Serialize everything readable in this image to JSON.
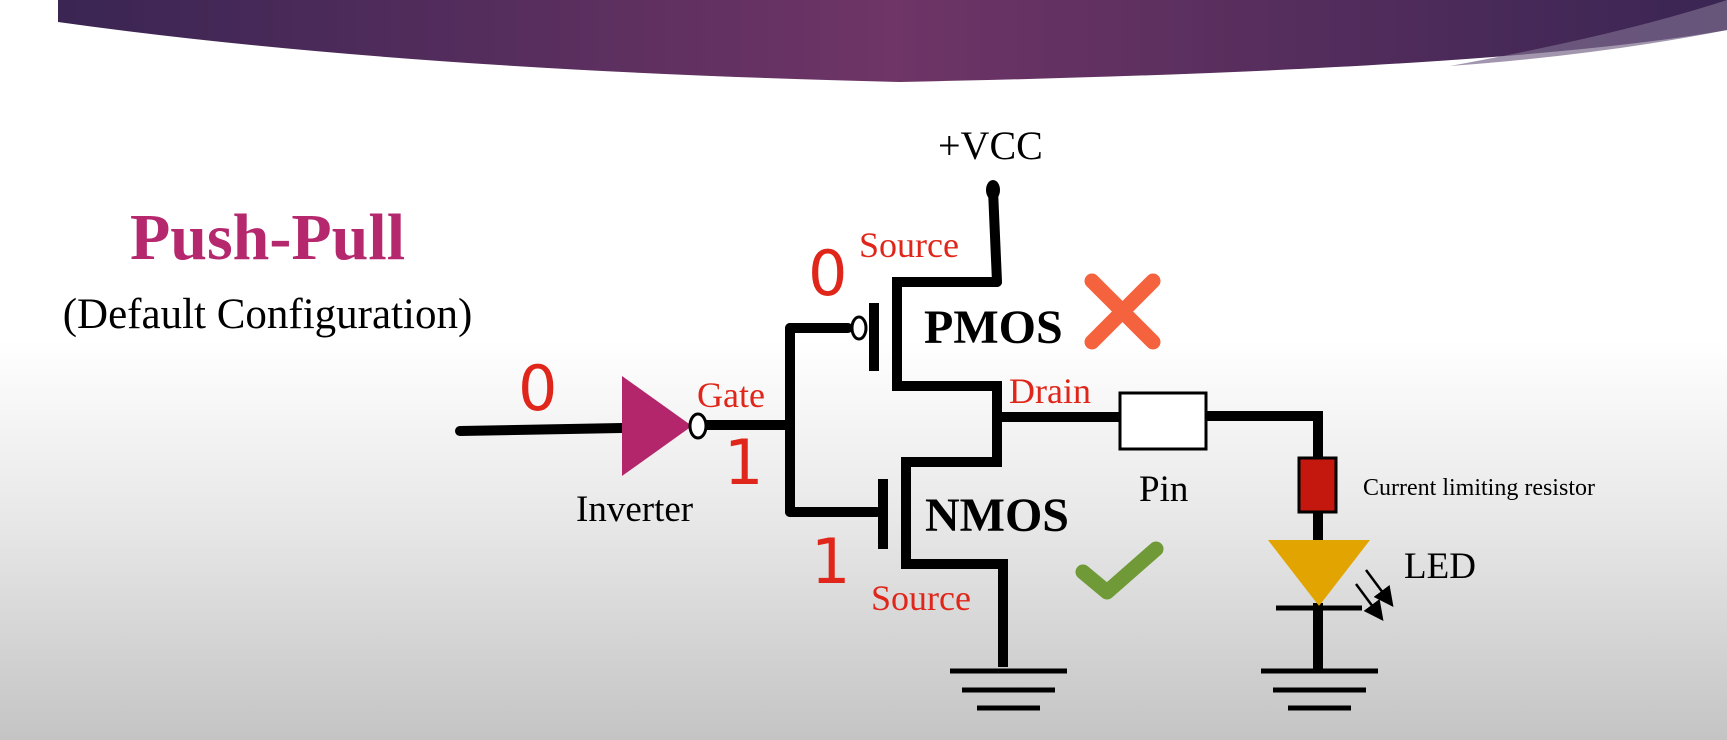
{
  "slide": {
    "title": "Push-Pull",
    "subtitle": "(Default Configuration)"
  },
  "circuit": {
    "vcc_label": "+VCC",
    "input_value": "0",
    "inverter_label": "Inverter",
    "gate_label": "Gate",
    "inverter_output_value": "1",
    "pmos_gate_value": "0",
    "nmos_gate_value": "1",
    "pmos_source_label": "Source",
    "nmos_source_label": "Source",
    "drain_label": "Drain",
    "pmos_label": "PMOS",
    "nmos_label": "NMOS",
    "pin_label": "Pin",
    "resistor_label": "Current limiting resistor",
    "led_label": "LED",
    "pmos_status_icon": "cross-icon",
    "nmos_status_icon": "check-icon"
  },
  "colors": {
    "banner_dark": "#3a2553",
    "banner_mid": "#6e3566",
    "title": "#b5286e",
    "annotation_red": "#e0261a",
    "inverter_fill": "#b3266b",
    "cross": "#f4623e",
    "check": "#6f9a37",
    "resistor": "#c4180e",
    "led": "#e2a400"
  }
}
